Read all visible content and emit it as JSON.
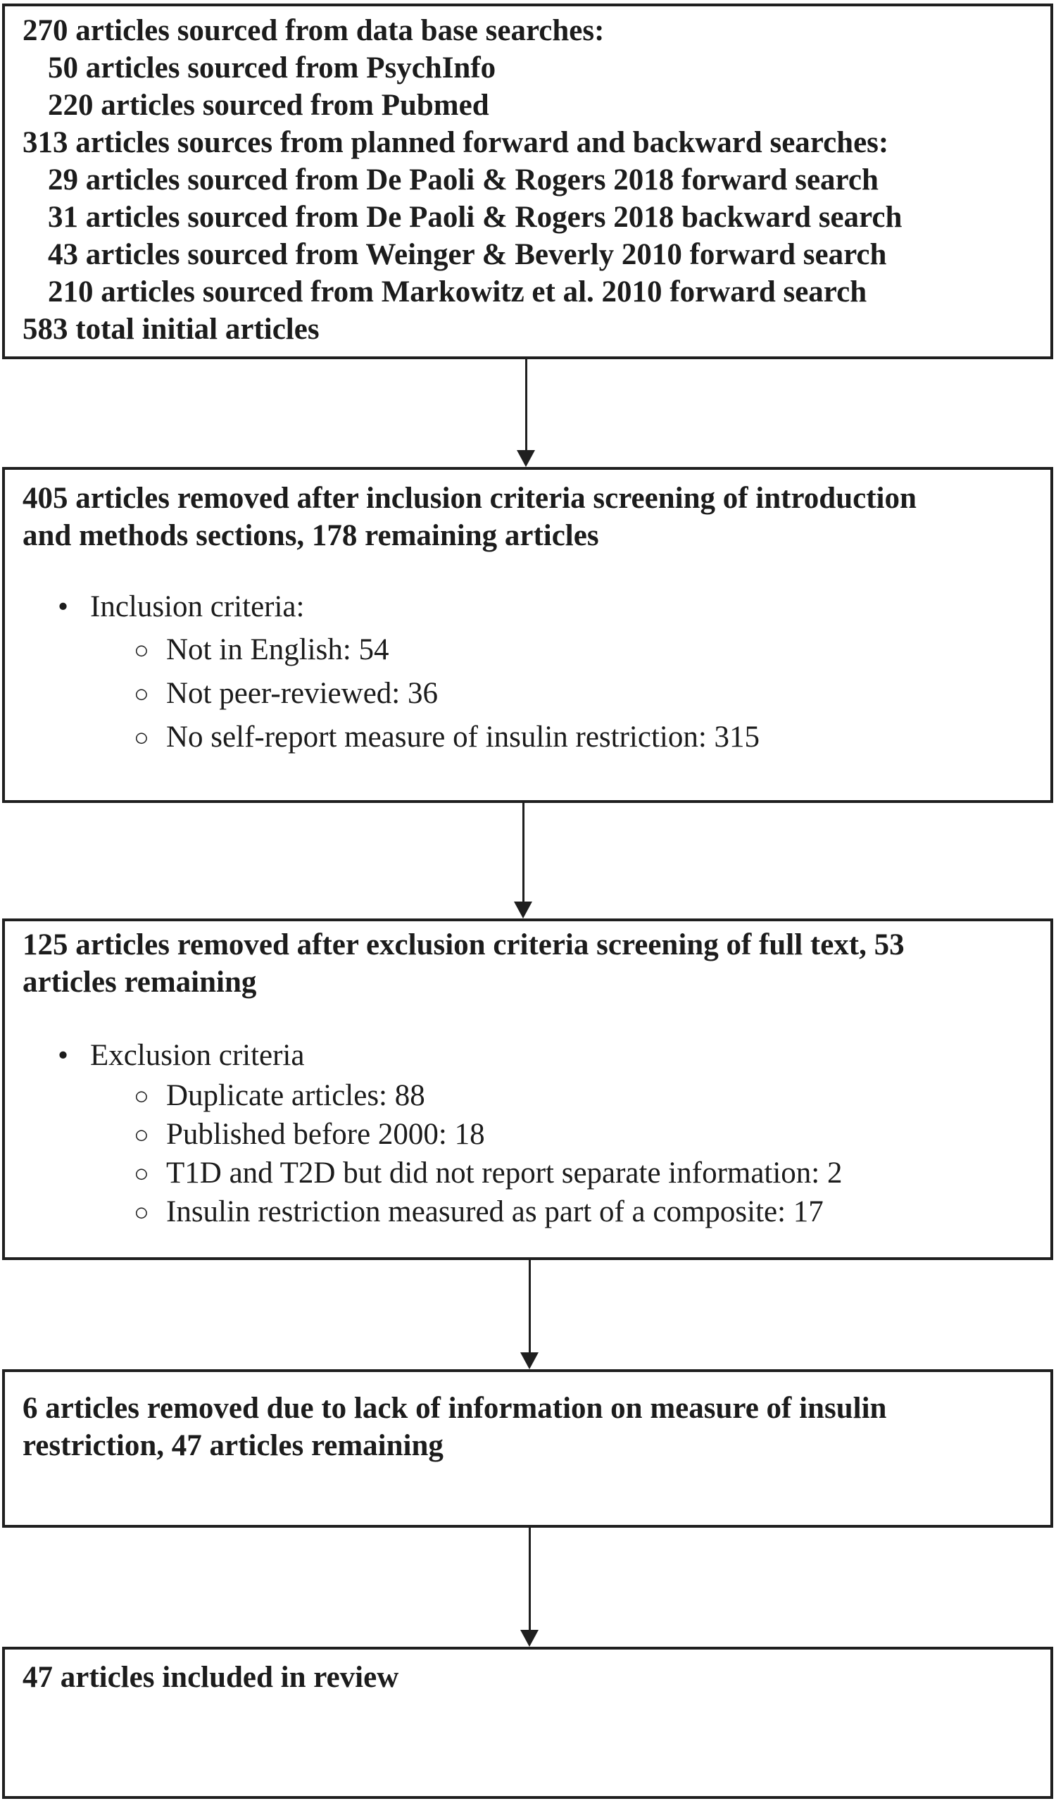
{
  "figure": {
    "type": "flowchart",
    "colors": {
      "border": "#1f1f1f",
      "text": "#1c1c1c",
      "background": "#ffffff"
    },
    "bullets": {
      "level1": "•",
      "level2": "○"
    },
    "boxes": [
      {
        "name": "initial-articles-sourced",
        "lines": [
          {
            "indent": 0,
            "text": "270 articles sourced from data base searches:"
          },
          {
            "indent": 1,
            "text": "50 articles sourced from PsychInfo"
          },
          {
            "indent": 1,
            "text": "220 articles sourced from Pubmed"
          },
          {
            "indent": 0,
            "text": "313 articles sources from planned forward and backward searches:"
          },
          {
            "indent": 1,
            "text": "29 articles sourced from De Paoli & Rogers 2018 forward search"
          },
          {
            "indent": 1,
            "text": "31 articles sourced from De Paoli & Rogers 2018 backward search"
          },
          {
            "indent": 1,
            "text": "43 articles sourced from Weinger & Beverly 2010 forward search"
          },
          {
            "indent": 1,
            "text": "210 articles sourced from Markowitz et al. 2010 forward search"
          },
          {
            "indent": 0,
            "text": "583 total initial articles"
          }
        ]
      },
      {
        "name": "inclusion-criteria-screening",
        "header_lines": [
          "405 articles removed after inclusion criteria screening of introduction",
          "and methods sections, 178 remaining articles"
        ],
        "bullet_label": "Inclusion criteria:",
        "sub_items": [
          "Not in English: 54",
          "Not peer-reviewed: 36",
          "No self-report measure of insulin restriction: 315"
        ]
      },
      {
        "name": "exclusion-criteria-screening",
        "header_lines": [
          "125 articles removed after exclusion criteria screening of full text, 53",
          "articles remaining"
        ],
        "bullet_label": "Exclusion criteria",
        "sub_items": [
          "Duplicate articles: 88",
          "Published before 2000: 18",
          "T1D and T2D but did not report separate information: 2",
          "Insulin restriction measured as part of a composite: 17"
        ]
      },
      {
        "name": "measure-information-removal",
        "header_lines": [
          "6 articles removed due to lack of information on measure of insulin",
          "restriction, 47 articles remaining"
        ]
      },
      {
        "name": "included-in-review",
        "header_lines": [
          "47 articles included in review"
        ]
      }
    ]
  }
}
